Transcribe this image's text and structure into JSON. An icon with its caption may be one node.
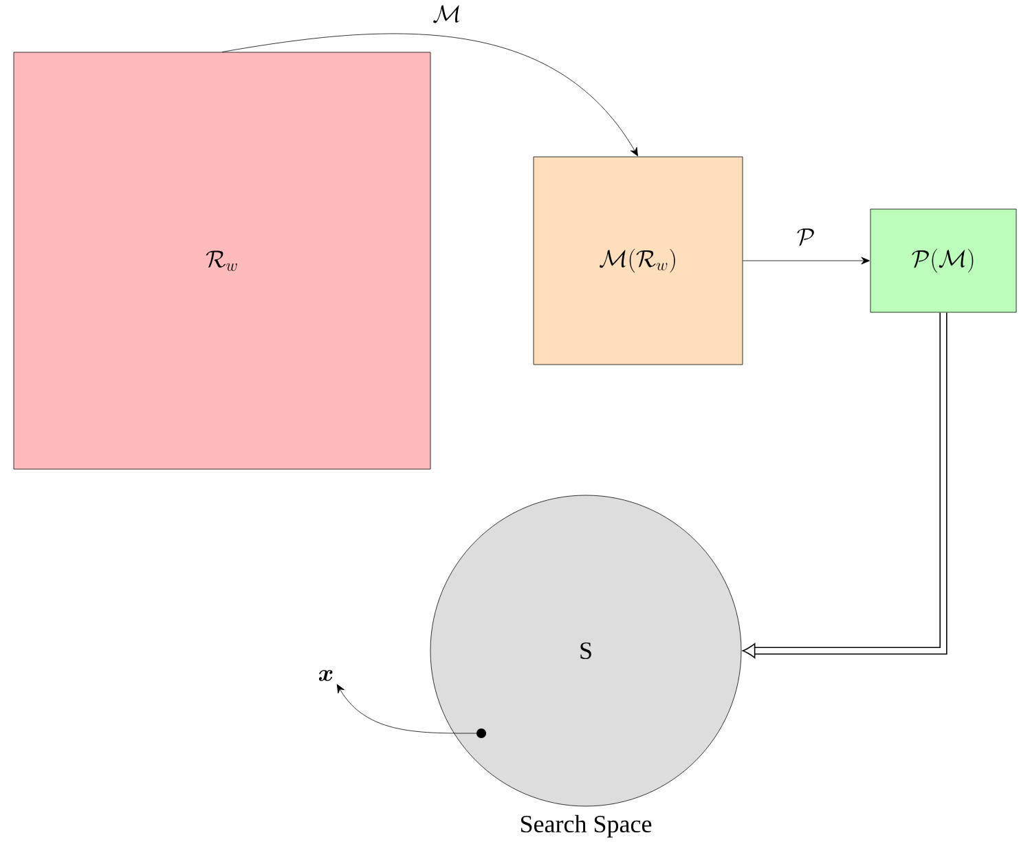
{
  "diagram": {
    "nodes": [
      {
        "text": [
          "\\mathcal{R}_w"
        ]
      },
      {
        "text": [
          "\\mathcal{M}(\\mathcal{R}_w)"
        ]
      },
      {
        "text": [
          "\\mathcal{P}(\\mathcal{M})"
        ]
      },
      {
        "text": [
          "S"
        ],
        "beside": [
          "Search Space"
        ]
      },
      {
        "text": [
          "\\boldsymbol{x}"
        ]
      },
      {
        "text": [],
        "shape": "circle",
        "in": 3
      }
    ],
    "edges": [
      {
        "from": 0,
        "to": 1,
        "arrow": "to",
        "label": "\\mathcal{M}"
      },
      {
        "from": 1,
        "to": 2,
        "arrow": "to",
        "label": "\\mathcal{P}"
      },
      {
        "from": 2,
        "to": 3,
        "arrow": "to",
        "style": "thick"
      },
      {
        "from": 5,
        "to": 4,
        "arrow": "to"
      }
    ]
  }
}
